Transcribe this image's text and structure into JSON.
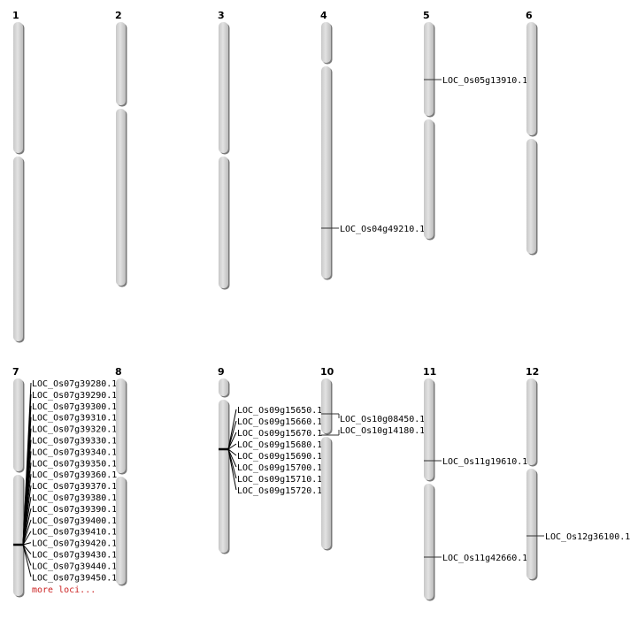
{
  "chromosomes": [
    {
      "label": "1",
      "loci": []
    },
    {
      "label": "2",
      "loci": []
    },
    {
      "label": "3",
      "loci": []
    },
    {
      "label": "4",
      "loci": [
        "LOC_Os04g49210.1"
      ]
    },
    {
      "label": "5",
      "loci": [
        "LOC_Os05g13910.1"
      ]
    },
    {
      "label": "6",
      "loci": []
    },
    {
      "label": "7",
      "loci": [
        "LOC_Os07g39280.1",
        "LOC_Os07g39290.1",
        "LOC_Os07g39300.1",
        "LOC_Os07g39310.1",
        "LOC_Os07g39320.1",
        "LOC_Os07g39330.1",
        "LOC_Os07g39340.1",
        "LOC_Os07g39350.1",
        "LOC_Os07g39360.1",
        "LOC_Os07g39370.1",
        "LOC_Os07g39380.1",
        "LOC_Os07g39390.1",
        "LOC_Os07g39400.1",
        "LOC_Os07g39410.1",
        "LOC_Os07g39420.1",
        "LOC_Os07g39430.1",
        "LOC_Os07g39440.1",
        "LOC_Os07g39450.1"
      ],
      "more": "more loci..."
    },
    {
      "label": "8",
      "loci": []
    },
    {
      "label": "9",
      "loci": [
        "LOC_Os09g15650.1",
        "LOC_Os09g15660.1",
        "LOC_Os09g15670.1",
        "LOC_Os09g15680.1",
        "LOC_Os09g15690.1",
        "LOC_Os09g15700.1",
        "LOC_Os09g15710.1",
        "LOC_Os09g15720.1"
      ]
    },
    {
      "label": "10",
      "loci": [
        "LOC_Os10g08450.1",
        "LOC_Os10g14180.1"
      ]
    },
    {
      "label": "11",
      "loci": [
        "LOC_Os11g19610.1",
        "LOC_Os11g42660.1"
      ]
    },
    {
      "label": "12",
      "loci": [
        "LOC_Os12g36100.1"
      ]
    }
  ],
  "colors": {
    "chromosome": "#d4d4d4",
    "shadow": "#7a7a7a",
    "more": "#cc2222"
  }
}
